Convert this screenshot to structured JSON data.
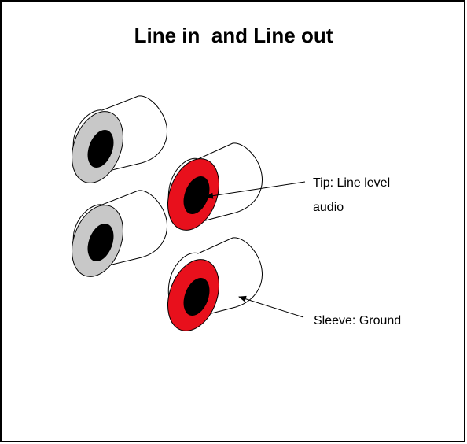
{
  "diagram": {
    "title": "Line in  and Line out",
    "labels": {
      "tip_line1": "Tip: Line level",
      "tip_line2": "audio",
      "sleeve": "Sleeve: Ground"
    },
    "colors": {
      "frame": "#000000",
      "jack_body": "#ffffff",
      "input_ring": "#c8c8c8",
      "output_ring": "#e8101c",
      "center_hole": "#000000"
    },
    "jacks": [
      {
        "id": "line-in-top",
        "ring": "gray"
      },
      {
        "id": "line-in-bottom",
        "ring": "gray"
      },
      {
        "id": "line-out-top",
        "ring": "red"
      },
      {
        "id": "line-out-bottom",
        "ring": "red"
      }
    ]
  }
}
